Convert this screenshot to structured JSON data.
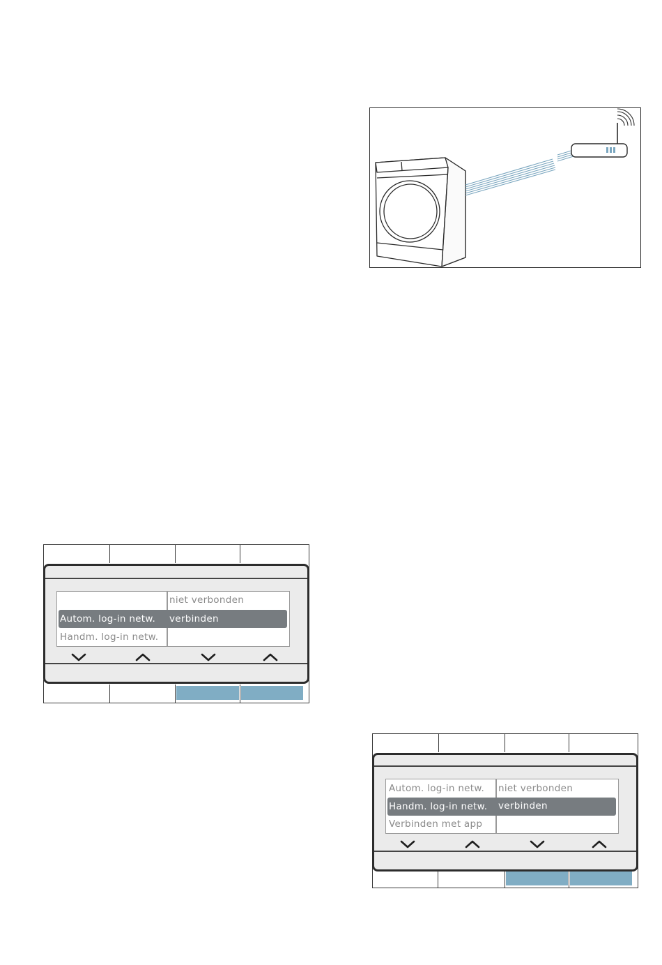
{
  "displays": [
    {
      "left_column": [
        "",
        "Autom. log-in netw.",
        "Handm. log-in netw."
      ],
      "right_column": [
        "niet verbonden",
        "verbinden",
        ""
      ],
      "selected_row": 1,
      "nav_icons": [
        "chevron-down-icon",
        "chevron-up-icon",
        "chevron-down-icon",
        "chevron-up-icon"
      ],
      "highlighted_bottom_tabs": [
        3,
        4
      ]
    },
    {
      "left_column": [
        "Autom. log-in netw.",
        "Handm. log-in netw.",
        "Verbinden met app"
      ],
      "right_column": [
        "niet verbonden",
        "verbinden",
        ""
      ],
      "selected_row": 1,
      "nav_icons": [
        "chevron-down-icon",
        "chevron-up-icon",
        "chevron-down-icon",
        "chevron-up-icon"
      ],
      "highlighted_bottom_tabs": [
        3,
        4
      ]
    }
  ],
  "illustration": {
    "subjects": [
      "dryer-icon",
      "wifi-router-icon",
      "wifi-signal-icon",
      "connection-beam"
    ],
    "colors": {
      "beam": "#7aa6bf",
      "outline": "#2a2a2a",
      "router_led": "#7aa6bf"
    }
  },
  "colors": {
    "tab_highlight": "#80adc4",
    "screen_bg": "#ebebeb",
    "selected_row_bg": "#777c80",
    "inactive_text": "#8a8a8a",
    "selected_text": "#ffffff"
  }
}
